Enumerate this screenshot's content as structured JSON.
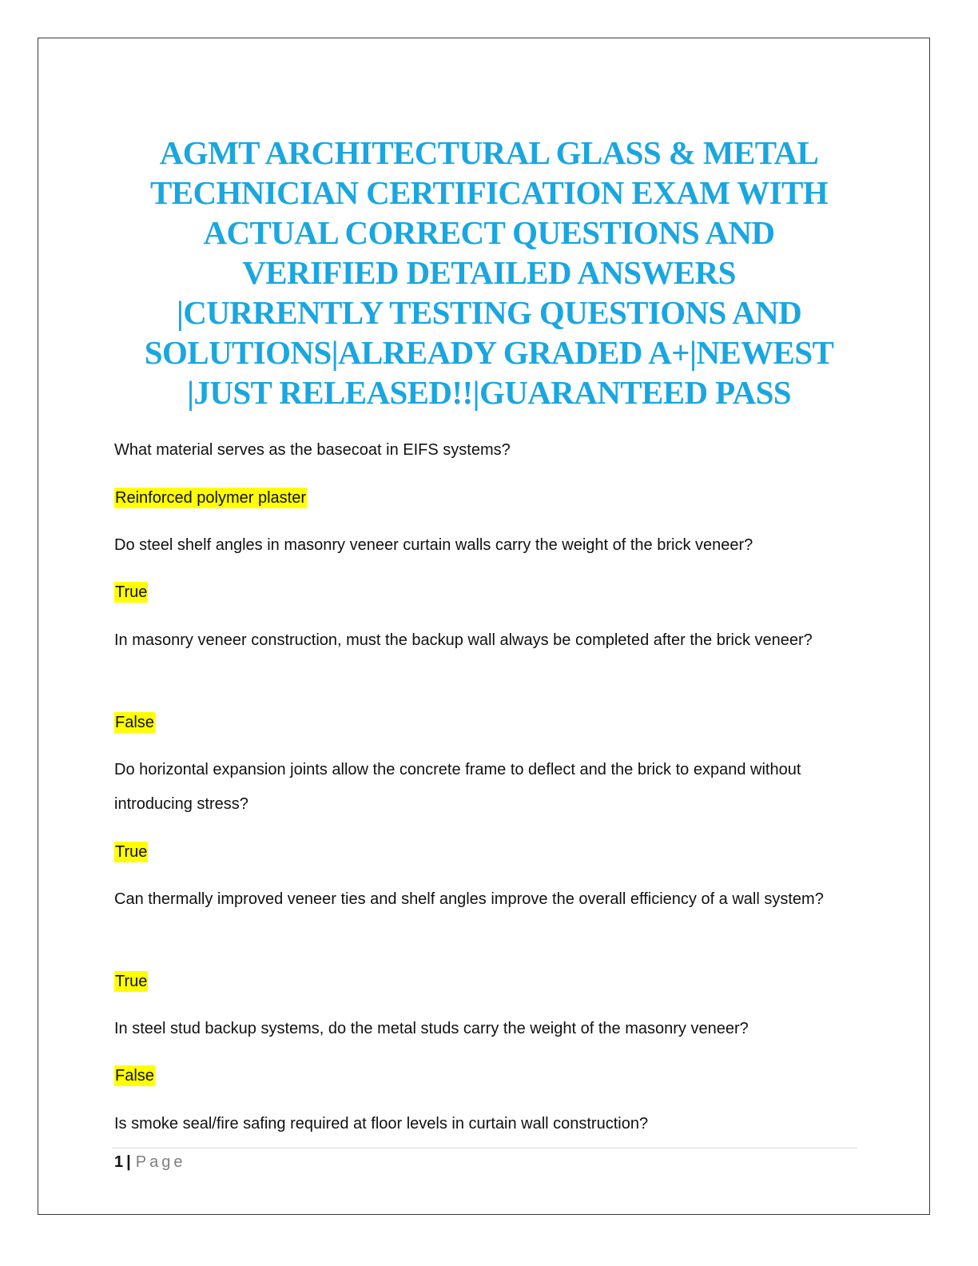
{
  "title": {
    "lines": [
      "AGMT ARCHITECTURAL GLASS & METAL",
      "TECHNICIAN CERTIFICATION EXAM WITH",
      "ACTUAL CORRECT QUESTIONS AND",
      "VERIFIED DETAILED ANSWERS",
      "|CURRENTLY TESTING QUESTIONS AND",
      "SOLUTIONS|ALREADY GRADED A+|NEWEST",
      "|JUST RELEASED!!|GUARANTEED PASS"
    ],
    "color": "#1aa6e0"
  },
  "qa": [
    {
      "question": "What material serves as the basecoat in EIFS systems?",
      "answer": "Reinforced polymer plaster"
    },
    {
      "question": "Do steel shelf angles in masonry veneer curtain walls carry the weight of the brick veneer?",
      "answer": "True"
    },
    {
      "question": "In masonry veneer construction, must the backup wall always be completed after the brick veneer?",
      "answer": "False"
    },
    {
      "question": "Do horizontal expansion joints allow the concrete frame to deflect and the brick to expand without introducing stress?",
      "answer": "True"
    },
    {
      "question": "Can thermally improved veneer ties and shelf angles improve the overall efficiency of a wall system?",
      "answer": "True"
    },
    {
      "question": "In steel stud backup systems, do the metal studs carry the weight of the masonry veneer?",
      "answer": "False"
    },
    {
      "question": "Is smoke seal/fire safing required at floor levels in curtain wall construction?"
    }
  ],
  "highlight_color": "#ffff00",
  "footer": {
    "page_number": "1",
    "separator": "|",
    "page_label": "Page"
  }
}
